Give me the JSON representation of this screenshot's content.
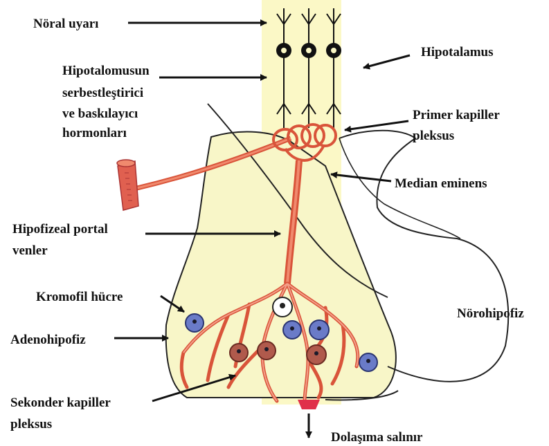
{
  "labels": {
    "noral_uyari": "Nöral uyarı",
    "hipotalamus": "Hipotalamus",
    "hormonlar_line1": "Hipotalomusun",
    "hormonlar_line2": "serbestleştirici",
    "hormonlar_line3": "ve baskılayıcı",
    "hormonlar_line4": "hormonları",
    "primer_line1": "Primer kapiller",
    "primer_line2": "pleksus",
    "median_eminens": "Median eminens",
    "portal_line1": "Hipofizeal portal",
    "portal_line2": "venler",
    "kromofil": "Kromofil hücre",
    "norohipofiz": "Nörohipofiz",
    "adenohipofiz": "Adenohipofiz",
    "sekonder_line1": "Sekonder kapiller",
    "sekonder_line2": "pleksus",
    "dolasim": "Dolaşıma salınır"
  },
  "colors": {
    "hypothalamus_band": "#fbf8c6",
    "tissue_fill": "#f8f6c8",
    "vessel": "#d9543a",
    "vessel_light": "#f08a6e",
    "blue_cell": "#6a7bc8",
    "red_cell": "#b05a4c",
    "outline": "#222222"
  }
}
